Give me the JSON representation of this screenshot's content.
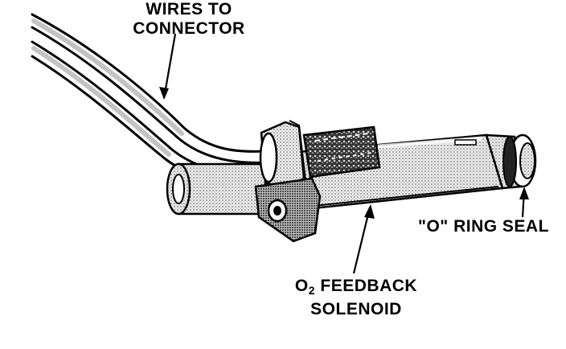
{
  "labels": {
    "wires_line1": "WIRES TO",
    "wires_line2": "CONNECTOR",
    "oring": "\"O\" RING SEAL",
    "solenoid_o": "O",
    "solenoid_sub": "2",
    "solenoid_rest": " FEEDBACK",
    "solenoid_line2": "SOLENOID"
  },
  "colors": {
    "ink": "#000000",
    "paper": "#ffffff",
    "shade": "#9a9a9a"
  }
}
